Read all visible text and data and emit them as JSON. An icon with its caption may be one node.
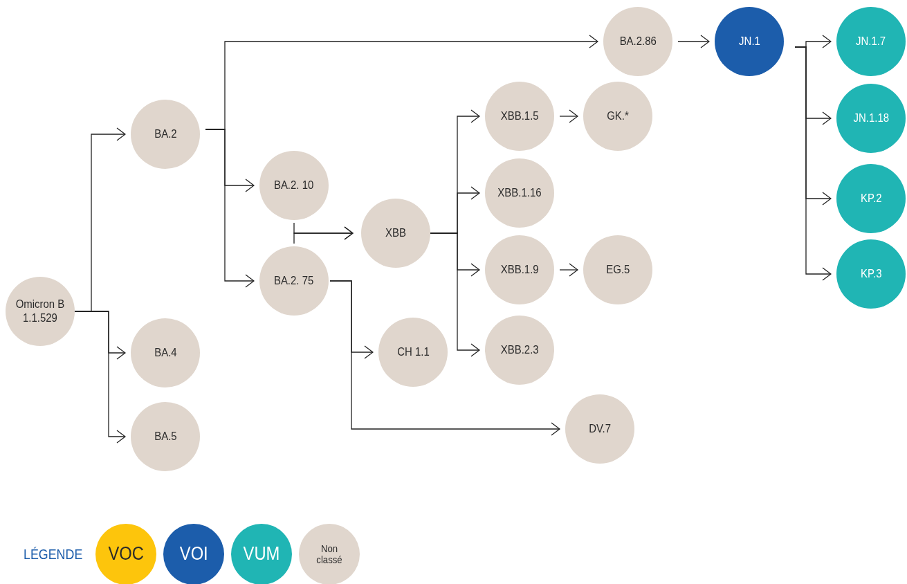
{
  "diagram": {
    "nodes": [
      {
        "text": [
          "Omicron B 1.1.529"
        ]
      },
      {
        "text": [
          "BA.2"
        ]
      },
      {
        "text": [
          "BA.4"
        ]
      },
      {
        "text": [
          "BA.5"
        ]
      },
      {
        "text": [
          "BA.2.86"
        ]
      },
      {
        "text": [
          "JN.1"
        ]
      },
      {
        "text": [
          "JN.1.7"
        ]
      },
      {
        "text": [
          "JN.1.18"
        ]
      },
      {
        "text": [
          "KP.2"
        ]
      },
      {
        "text": [
          "KP.3"
        ]
      },
      {
        "text": [
          "BA.2. 10"
        ]
      },
      {
        "text": [
          "BA.2. 75"
        ]
      },
      {
        "text": [
          "XBB"
        ]
      },
      {
        "text": [
          "XBB.1.5"
        ]
      },
      {
        "text": [
          "GK.*"
        ]
      },
      {
        "text": [
          "XBB.1.16"
        ]
      },
      {
        "text": [
          "XBB.1.9"
        ]
      },
      {
        "text": [
          "EG.5"
        ]
      },
      {
        "text": [
          "XBB.2.3"
        ]
      },
      {
        "text": [
          "CH 1.1"
        ]
      },
      {
        "text": [
          "DV.7"
        ]
      }
    ],
    "edges": [
      {
        "from": 0,
        "to": 1,
        "arrow": "to"
      },
      {
        "from": 0,
        "to": 2,
        "arrow": "to"
      },
      {
        "from": 0,
        "to": 3,
        "arrow": "to"
      },
      {
        "from": 1,
        "to": 4,
        "arrow": "to"
      },
      {
        "from": 4,
        "to": 5,
        "arrow": "to"
      },
      {
        "from": 5,
        "to": 6,
        "arrow": "to"
      },
      {
        "from": 5,
        "to": 7,
        "arrow": "to"
      },
      {
        "from": 5,
        "to": 8,
        "arrow": "to"
      },
      {
        "from": 5,
        "to": 9,
        "arrow": "to"
      },
      {
        "from": 1,
        "to": 10,
        "arrow": "to"
      },
      {
        "from": 1,
        "to": 11,
        "arrow": "to"
      },
      {
        "from": 10,
        "to": 12,
        "arrow": "to"
      },
      {
        "from": 11,
        "to": 12,
        "arrow": "to"
      },
      {
        "from": 12,
        "to": 13,
        "arrow": "to"
      },
      {
        "from": 13,
        "to": 14,
        "arrow": "to"
      },
      {
        "from": 12,
        "to": 15,
        "arrow": "to"
      },
      {
        "from": 12,
        "to": 16,
        "arrow": "to"
      },
      {
        "from": 16,
        "to": 17,
        "arrow": "to"
      },
      {
        "from": 12,
        "to": 18,
        "arrow": "to"
      },
      {
        "from": 11,
        "to": 19,
        "arrow": "to"
      },
      {
        "from": 11,
        "to": 20,
        "arrow": "to"
      }
    ],
    "labels": [
      "LÉGENDE"
    ],
    "legend": [
      {
        "text": "VOC",
        "color": "#fdc50c"
      },
      {
        "text": "VOI",
        "color": "#1c5dab"
      },
      {
        "text": "VUM",
        "color": "#20b5b4"
      },
      {
        "text": "Non classé",
        "color": "#e0d6cd"
      }
    ]
  }
}
